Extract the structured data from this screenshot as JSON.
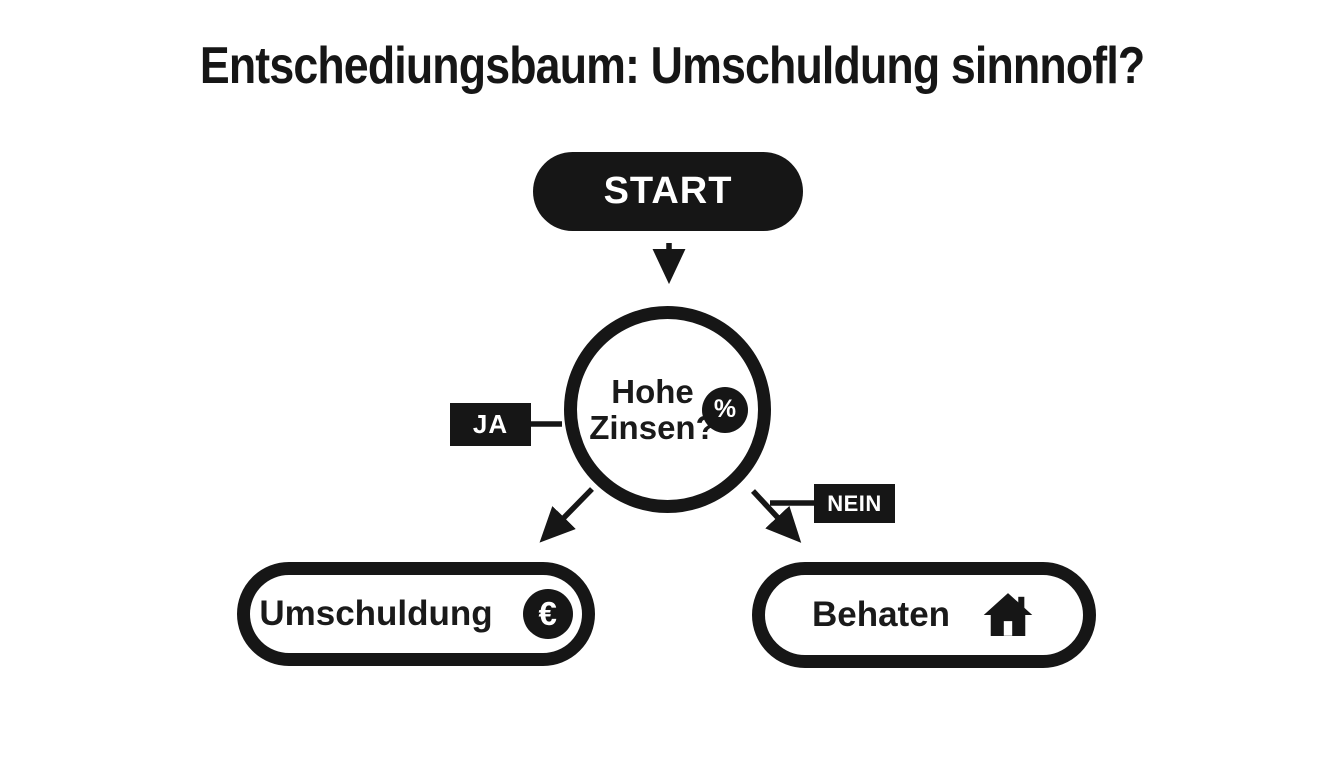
{
  "title": "Entschediungsbaum: Umschuldung sinnnofl?",
  "diagram": {
    "start": {
      "label": "START"
    },
    "decision": {
      "label_line1": "Hohe",
      "label_line2": "Zinsen?",
      "badge": "%"
    },
    "branch_yes": {
      "label": "JA"
    },
    "branch_no": {
      "label": "NEIN"
    },
    "outcome_refinance": {
      "label": "Umschuldung",
      "badge": "€"
    },
    "outcome_keep": {
      "label": "Behaten",
      "icon": "house-icon"
    }
  },
  "colors": {
    "ink": "#161616",
    "background": "#ffffff",
    "light_text": "#ffffff"
  }
}
